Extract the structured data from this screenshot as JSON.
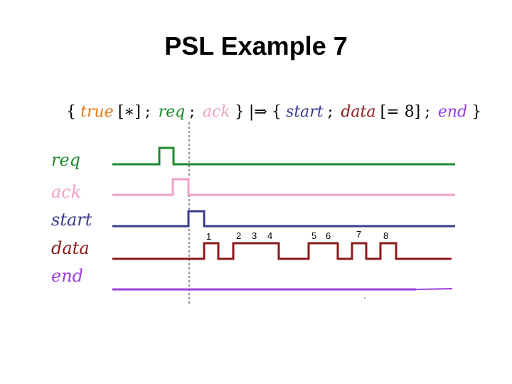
{
  "slide": {
    "title": "PSL Example 7"
  },
  "formula": {
    "open_brace": "{",
    "true_term": "true",
    "star_rep": "[∗]",
    "sep1": ";",
    "req_term": "req",
    "sep2": ";",
    "ack_term": "ack",
    "close_brace": "}",
    "implies": "|⇒",
    "open_brace2": "{",
    "start_term": "start",
    "sep3": ";",
    "data_term": "data",
    "goto_rep": "[= 8]",
    "sep4": ";",
    "end_term": "end",
    "close_brace2": "}"
  },
  "signals": [
    {
      "name": "req",
      "color": "#1e8a2e"
    },
    {
      "name": "ack",
      "color": "#f0a0c8"
    },
    {
      "name": "start",
      "color": "#3a3d8c"
    },
    {
      "name": "data",
      "color": "#8b1a1a"
    },
    {
      "name": "end",
      "color": "#9a3fdc"
    }
  ],
  "data_pulse_labels": [
    "1",
    "2",
    "3",
    "4",
    "5",
    "6",
    "7",
    "8"
  ]
}
